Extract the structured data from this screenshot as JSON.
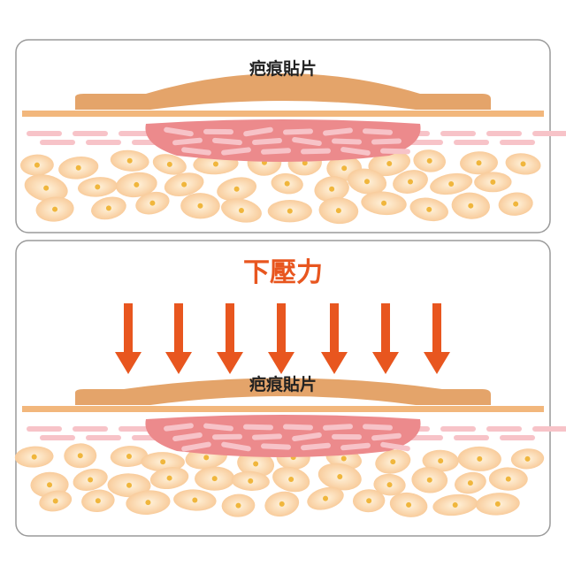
{
  "top_panel": {
    "patch_label": "疤痕貼片"
  },
  "bottom_panel": {
    "title": "下壓力",
    "patch_label": "疤痕貼片",
    "arrow_count": 7
  },
  "colors": {
    "patch": "#e4a46a",
    "skin": "#f2b77c",
    "scar": "#ec8a8c",
    "fiber": "#f7c3c8",
    "cell": "#f9cf9f",
    "nucleus": "#f0b63c",
    "arrow": "#e8561f"
  }
}
